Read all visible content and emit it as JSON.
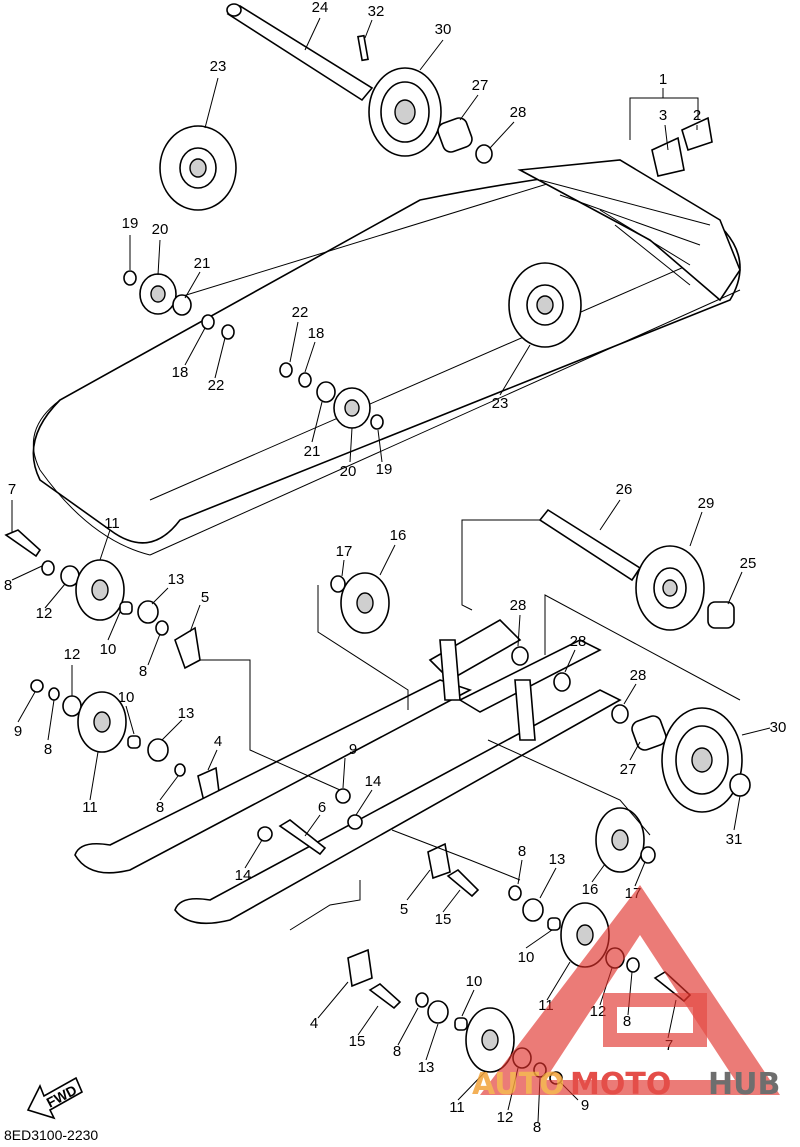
{
  "diagram": {
    "code": "8ED3100-2230",
    "fwd_label": "FWD",
    "callouts": [
      {
        "id": "c1",
        "label": "1"
      },
      {
        "id": "c2",
        "label": "2"
      },
      {
        "id": "c3",
        "label": "3"
      },
      {
        "id": "c4a",
        "label": "4"
      },
      {
        "id": "c4b",
        "label": "4"
      },
      {
        "id": "c5a",
        "label": "5"
      },
      {
        "id": "c5b",
        "label": "5"
      },
      {
        "id": "c6",
        "label": "6"
      },
      {
        "id": "c7a",
        "label": "7"
      },
      {
        "id": "c7b",
        "label": "7"
      },
      {
        "id": "c8a",
        "label": "8"
      },
      {
        "id": "c8b",
        "label": "8"
      },
      {
        "id": "c8c",
        "label": "8"
      },
      {
        "id": "c8d",
        "label": "8"
      },
      {
        "id": "c8e",
        "label": "8"
      },
      {
        "id": "c8f",
        "label": "8"
      },
      {
        "id": "c8g",
        "label": "8"
      },
      {
        "id": "c8h",
        "label": "8"
      },
      {
        "id": "c9a",
        "label": "9"
      },
      {
        "id": "c9b",
        "label": "9"
      },
      {
        "id": "c9c",
        "label": "9"
      },
      {
        "id": "c10a",
        "label": "10"
      },
      {
        "id": "c10b",
        "label": "10"
      },
      {
        "id": "c10c",
        "label": "10"
      },
      {
        "id": "c10d",
        "label": "10"
      },
      {
        "id": "c11a",
        "label": "11"
      },
      {
        "id": "c11b",
        "label": "11"
      },
      {
        "id": "c11c",
        "label": "11"
      },
      {
        "id": "c11d",
        "label": "11"
      },
      {
        "id": "c12a",
        "label": "12"
      },
      {
        "id": "c12b",
        "label": "12"
      },
      {
        "id": "c12c",
        "label": "12"
      },
      {
        "id": "c12d",
        "label": "12"
      },
      {
        "id": "c13a",
        "label": "13"
      },
      {
        "id": "c13b",
        "label": "13"
      },
      {
        "id": "c13c",
        "label": "13"
      },
      {
        "id": "c13d",
        "label": "13"
      },
      {
        "id": "c14a",
        "label": "14"
      },
      {
        "id": "c14b",
        "label": "14"
      },
      {
        "id": "c15a",
        "label": "15"
      },
      {
        "id": "c15b",
        "label": "15"
      },
      {
        "id": "c16a",
        "label": "16"
      },
      {
        "id": "c16b",
        "label": "16"
      },
      {
        "id": "c17a",
        "label": "17"
      },
      {
        "id": "c17b",
        "label": "17"
      },
      {
        "id": "c18a",
        "label": "18"
      },
      {
        "id": "c18b",
        "label": "18"
      },
      {
        "id": "c19a",
        "label": "19"
      },
      {
        "id": "c19b",
        "label": "19"
      },
      {
        "id": "c20a",
        "label": "20"
      },
      {
        "id": "c20b",
        "label": "20"
      },
      {
        "id": "c21a",
        "label": "21"
      },
      {
        "id": "c21b",
        "label": "21"
      },
      {
        "id": "c22a",
        "label": "22"
      },
      {
        "id": "c22b",
        "label": "22"
      },
      {
        "id": "c23a",
        "label": "23"
      },
      {
        "id": "c23b",
        "label": "23"
      },
      {
        "id": "c24",
        "label": "24"
      },
      {
        "id": "c25",
        "label": "25"
      },
      {
        "id": "c26",
        "label": "26"
      },
      {
        "id": "c27a",
        "label": "27"
      },
      {
        "id": "c27b",
        "label": "27"
      },
      {
        "id": "c28a",
        "label": "28"
      },
      {
        "id": "c28b",
        "label": "28"
      },
      {
        "id": "c28c",
        "label": "28"
      },
      {
        "id": "c28d",
        "label": "28"
      },
      {
        "id": "c29",
        "label": "29"
      },
      {
        "id": "c30a",
        "label": "30"
      },
      {
        "id": "c30b",
        "label": "30"
      },
      {
        "id": "c31",
        "label": "31"
      },
      {
        "id": "c32",
        "label": "32"
      }
    ]
  },
  "watermark": {
    "text_auto": "AUTO",
    "text_moto": "MOTO",
    "text_hub": "HUB",
    "color_red": "#e0302a",
    "color_orange": "#f2a33a",
    "color_gray": "#555555"
  }
}
